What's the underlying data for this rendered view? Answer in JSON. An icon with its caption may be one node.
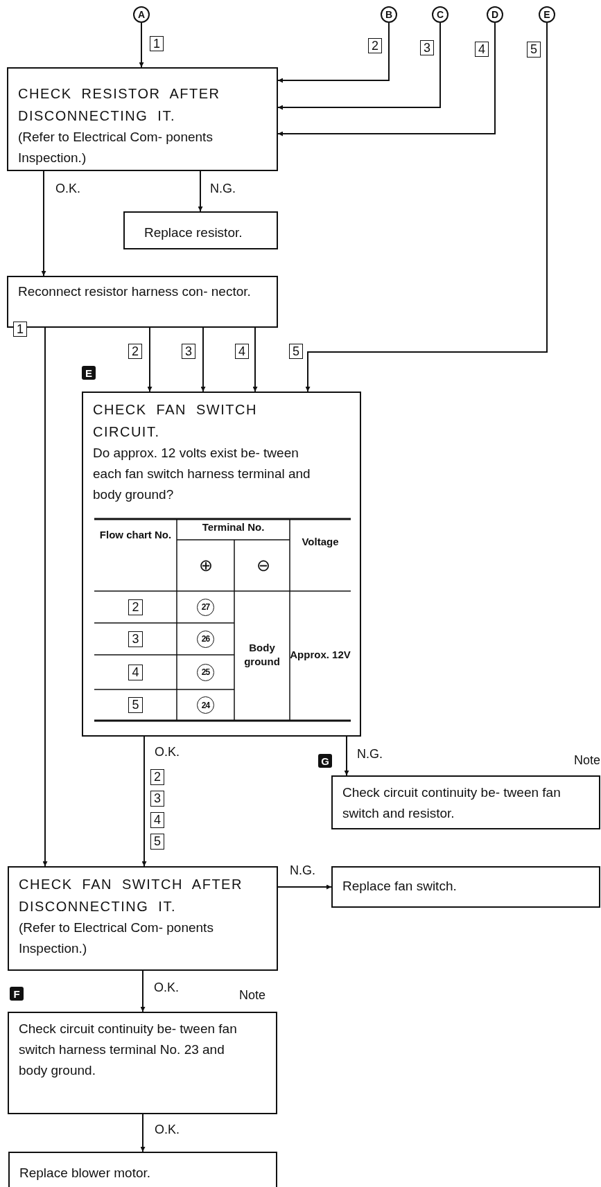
{
  "diagram": {
    "nodes": [
      {
        "text": [
          "A"
        ]
      },
      {
        "text": [
          "B"
        ]
      },
      {
        "text": [
          "C"
        ]
      },
      {
        "text": [
          "D"
        ]
      },
      {
        "text": [
          "E"
        ]
      },
      {
        "text": [
          "CHECK RESISTOR AFTER DISCONNECTING IT.",
          "(Refer to Electrical Com- ponents Inspection.)"
        ]
      },
      {
        "text": [
          "Replace resistor."
        ]
      },
      {
        "text": [
          "Reconnect resistor harness con- nector."
        ]
      },
      {
        "text": [
          "CHECK FAN SWITCH CIRCUIT.",
          "Do approx. 12 volts exist be- tween each fan switch harness terminal and body ground?"
        ]
      },
      {
        "text": [
          "Check circuit continuity be- tween fan switch and resistor."
        ],
        "beside": [
          "Note"
        ]
      },
      {
        "text": [
          "CHECK FAN SWITCH AFTER DISCONNECTING IT.",
          "(Refer to Electrical Com- ponents Inspection.)"
        ]
      },
      {
        "text": [
          "Replace fan switch."
        ]
      },
      {
        "text": [
          "Check circuit continuity be- tween fan switch harness terminal No. 23 and body ground."
        ],
        "beside": [
          "Note"
        ]
      },
      {
        "text": [
          "Replace blower motor."
        ]
      }
    ],
    "edges": [
      {
        "from": 0,
        "to": 5,
        "arrow": "to",
        "label": "1"
      },
      {
        "from": 1,
        "to": 5,
        "arrow": "to",
        "label": "2"
      },
      {
        "from": 2,
        "to": 5,
        "arrow": "to",
        "label": "3"
      },
      {
        "from": 3,
        "to": 5,
        "arrow": "to",
        "label": "4"
      },
      {
        "from": 5,
        "to": 6,
        "arrow": "to",
        "label": "N.G."
      },
      {
        "from": 5,
        "to": 7,
        "arrow": "to",
        "label": "O.K."
      },
      {
        "from": 7,
        "to": 10,
        "arrow": "to",
        "label": "1"
      },
      {
        "from": 7,
        "to": 8,
        "arrow": "to",
        "label": "2"
      },
      {
        "from": 7,
        "to": 8,
        "arrow": "to",
        "label": "3"
      },
      {
        "from": 7,
        "to": 8,
        "arrow": "to",
        "label": "4"
      },
      {
        "from": 4,
        "to": 8,
        "arrow": "to",
        "label": "5"
      },
      {
        "from": 8,
        "to": 10,
        "arrow": "to",
        "label": "O.K."
      },
      {
        "from": 8,
        "to": 9,
        "arrow": "to",
        "label": "N.G."
      },
      {
        "from": 10,
        "to": 11,
        "arrow": "to",
        "label": "N.G."
      },
      {
        "from": 10,
        "to": 12,
        "arrow": "to",
        "label": "O.K."
      },
      {
        "from": 12,
        "to": 13,
        "arrow": "to",
        "label": "O.K."
      }
    ],
    "labels": [
      "5",
      "E",
      "Flow chart No.",
      "Terminal No.",
      "Voltage",
      "⊕",
      "⊖",
      "2",
      "27",
      "Body ground",
      "Approx. 12V",
      "3",
      "26",
      "4",
      "25",
      "5",
      "24",
      "G",
      "2",
      "3",
      "4",
      "5",
      "F"
    ]
  }
}
